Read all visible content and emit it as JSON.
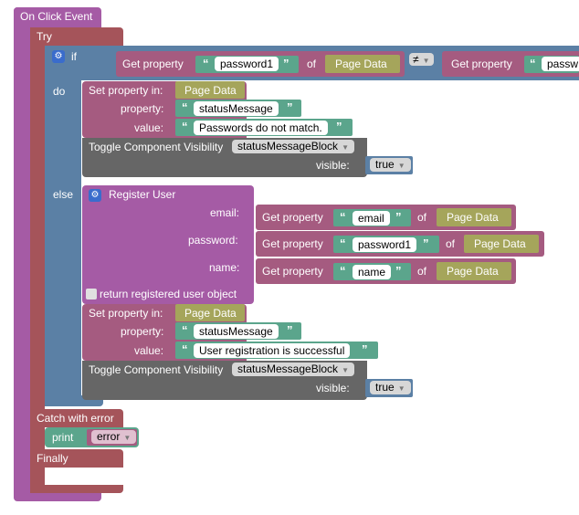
{
  "event": {
    "title": "On Click Event"
  },
  "try": {
    "label": "Try"
  },
  "if_block": {
    "if_label": "if",
    "do_label": "do",
    "else_label": "else",
    "compare_op": "≠",
    "left": {
      "get_label": "Get property",
      "prop": "password1",
      "of_label": "of",
      "source": "Page Data"
    },
    "right": {
      "get_label": "Get property",
      "prop": "passw"
    }
  },
  "do_set": {
    "set_label": "Set property in:",
    "target": "Page Data",
    "property_label": "property:",
    "property": "statusMessage",
    "value_label": "value:",
    "value": "Passwords do not match."
  },
  "do_toggle": {
    "label": "Toggle Component Visibility",
    "component": "statusMessageBlock",
    "visible_label": "visible:",
    "visible": "true"
  },
  "register": {
    "label": "Register User",
    "email_label": "email:",
    "password_label": "password:",
    "name_label": "name:",
    "email": {
      "get_label": "Get property",
      "prop": "email",
      "of_label": "of",
      "source": "Page Data"
    },
    "password": {
      "get_label": "Get property",
      "prop": "password1",
      "of_label": "of",
      "source": "Page Data"
    },
    "name": {
      "get_label": "Get property",
      "prop": "name",
      "of_label": "of",
      "source": "Page Data"
    },
    "return_label": "return registered user object"
  },
  "else_set": {
    "set_label": "Set property in:",
    "target": "Page Data",
    "property_label": "property:",
    "property": "statusMessage",
    "value_label": "value:",
    "value": "User registration is successful"
  },
  "else_toggle": {
    "label": "Toggle Component Visibility",
    "component": "statusMessageBlock",
    "visible_label": "visible:",
    "visible": "true"
  },
  "catch": {
    "label": "Catch with error",
    "print_label": "print",
    "var": "error"
  },
  "finally": {
    "label": "Finally"
  },
  "quotes": {
    "open": "“",
    "close": "”"
  },
  "colors": {
    "event": "#a55ba5",
    "try": "#a5545a",
    "if": "#5b80a5",
    "property": "#a55b80",
    "page_data": "#a5a55b",
    "string": "#5ba58c",
    "toggle": "#666666"
  }
}
